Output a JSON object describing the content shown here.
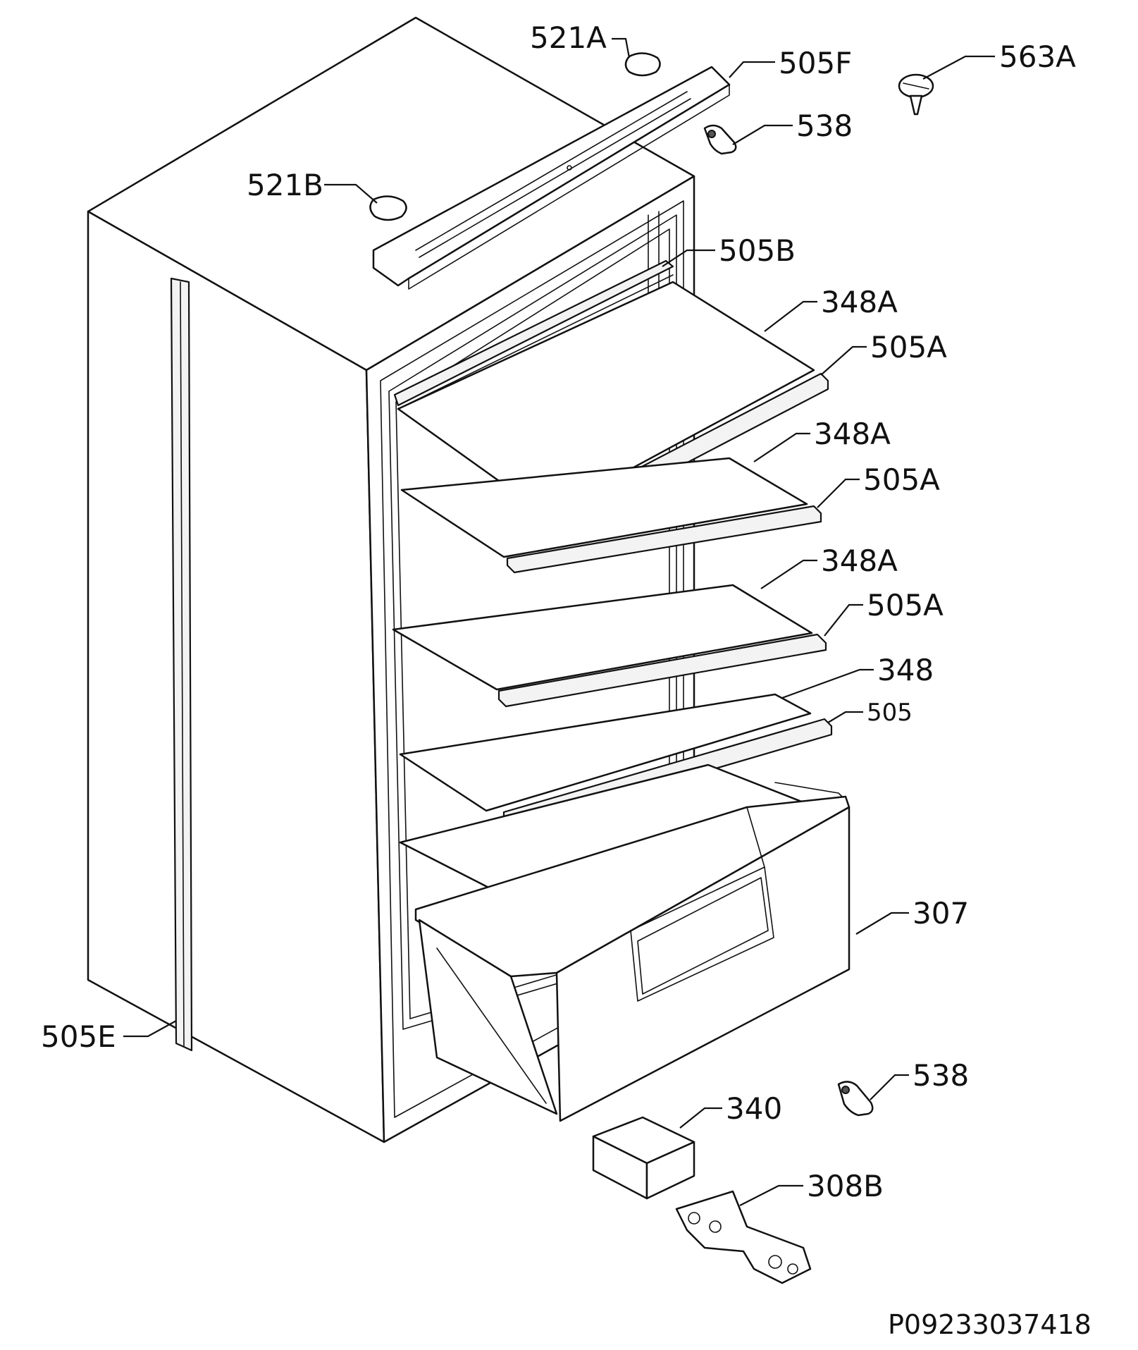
{
  "callouts": {
    "c521a": "521A",
    "c505f": "505F",
    "c563a": "563A",
    "c538_top": "538",
    "c521b": "521B",
    "c505b": "505B",
    "c348a_1": "348A",
    "c505a_1": "505A",
    "c348a_2": "348A",
    "c505a_2": "505A",
    "c348a_3": "348A",
    "c505a_3": "505A",
    "c348": "348",
    "c505": "505",
    "c307": "307",
    "c505e": "505E",
    "c538_bottom": "538",
    "c340": "340",
    "c308b": "308B"
  },
  "reference_code": "P09233037418"
}
